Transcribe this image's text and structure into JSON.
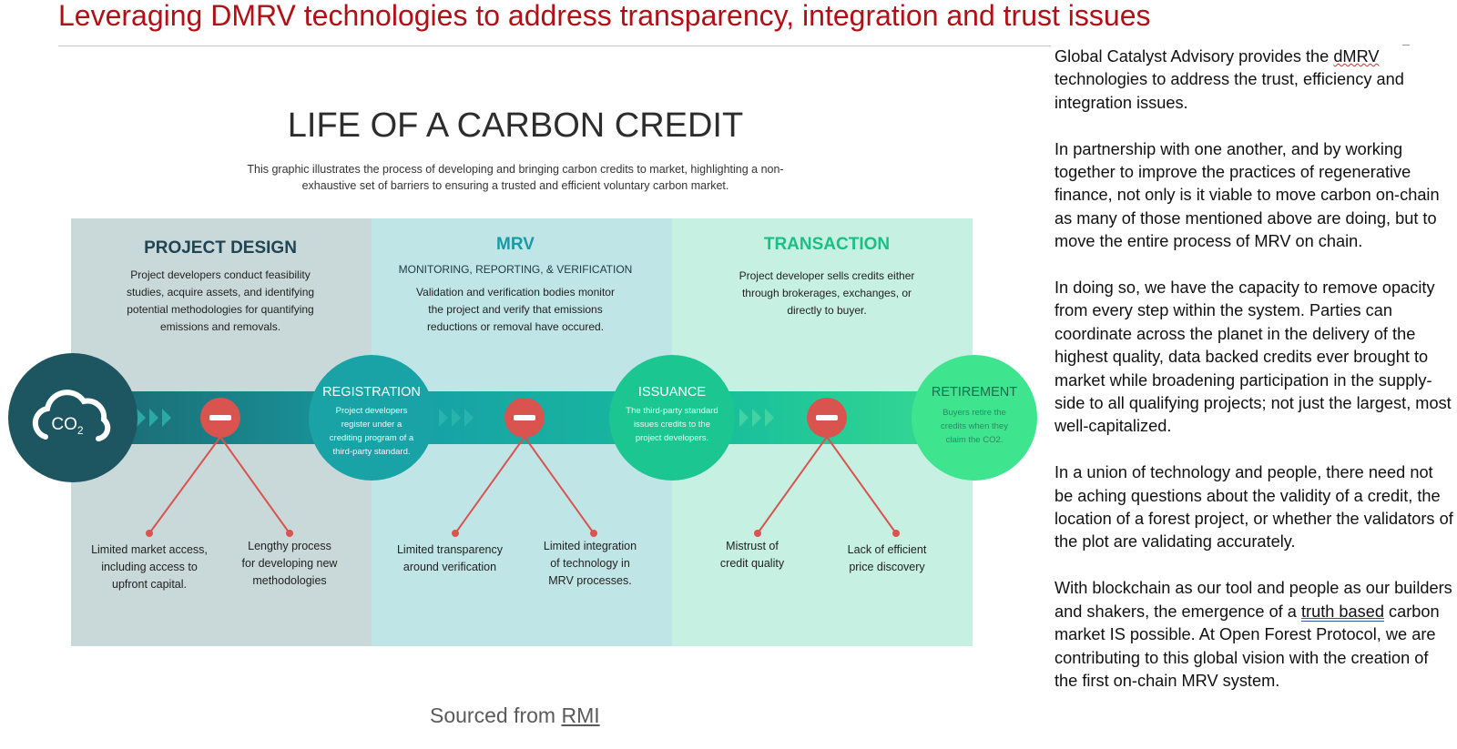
{
  "slide": {
    "title": "Leveraging DMRV technologies to address transparency, integration and trust issues"
  },
  "infographic": {
    "title": "LIFE OF A CARBON CREDIT",
    "subtitle_line1": "This graphic illustrates the process of developing and bringing carbon credits to market, highlighting a non-",
    "subtitle_line2": "exhaustive set of barriers to ensuring a trusted and efficient voluntary carbon market.",
    "start_icon": "co2-cloud-icon",
    "start_label": "CO",
    "start_label_sub": "2",
    "phases": [
      {
        "heading": "PROJECT DESIGN",
        "subheading": "",
        "desc": [
          "Project developers conduct feasibility",
          "studies, acquire assets, and identifying",
          "potential methodologies for quantifying",
          "emissions and removals."
        ],
        "color": "#c8d7d7"
      },
      {
        "heading": "MRV",
        "subheading": "MONITORING, REPORTING, & VERIFICATION",
        "desc": [
          "Validation and verification bodies monitor",
          "the project and verify that emissions",
          "reductions or removal have occured."
        ],
        "color": "#bfe5e6"
      },
      {
        "heading": "TRANSACTION",
        "subheading": "",
        "desc": [
          "Project developer sells credits either",
          "through brokerages, exchanges, or",
          "directly to buyer."
        ],
        "color": "#c5f0e1"
      }
    ],
    "milestones": [
      {
        "title": "REGISTRATION",
        "desc": [
          "Project developers",
          "register under a",
          "crediting program of a",
          "third-party standard."
        ]
      },
      {
        "title": "ISSUANCE",
        "desc": [
          "The third-party standard",
          "issues credits to the",
          "project developers."
        ]
      },
      {
        "title": "RETIREMENT",
        "desc": [
          "Buyers retire the",
          "credits when they",
          "claim the CO2."
        ]
      }
    ],
    "barriers": [
      [
        "Limited market access,",
        "including access to",
        "upfront capital."
      ],
      [
        "Lengthy process",
        "for developing new",
        "methodologies"
      ],
      [
        "Limited transparency",
        "around verification"
      ],
      [
        "Limited integration",
        "of technology in",
        "MRV processes."
      ],
      [
        "Mistrust of",
        "credit quality"
      ],
      [
        "Lack of efficient",
        "price discovery"
      ]
    ],
    "barrier_icon": "minus-circle-icon",
    "colors": {
      "dark_teal": "#1f5a66",
      "teal": "#17a5a8",
      "green": "#3ee08f",
      "red": "#d9534f",
      "heading_dark": "#1f4454",
      "heading_teal": "#1a9aa6",
      "heading_green": "#1bbf86"
    }
  },
  "source": {
    "prefix": "Sourced from ",
    "link": "RMI"
  },
  "sidebar": {
    "p1_before": "Global Catalyst Advisory provides the ",
    "p1_flag": "dMRV",
    "p1_after": " technologies to address the trust, efficiency and integration issues.",
    "p2": "In partnership with one another, and by working together to improve the practices of regenerative finance, not only is it viable to move carbon on-chain as many of those mentioned above are doing, but to move the entire process of MRV on chain.",
    "p3": "In doing so, we have the capacity to remove opacity from every step within the system. Parties can coordinate across the planet in the delivery of the highest quality, data backed credits ever brought to market while broadening participation in the supply-side to all qualifying projects; not just the largest, most well-capitalized.",
    "p4": "In a union of technology and people, there need not be aching questions about the validity of a credit, the location of a forest project, or whether the validators of the plot are validating accurately.",
    "p5_before": "With blockchain as our tool and people as our builders and shakers, the emergence of a ",
    "p5_flag": "truth based",
    "p5_after": " carbon market IS possible. At Open Forest Protocol, we are contributing to this global vision with the creation of the first on-chain MRV system."
  }
}
